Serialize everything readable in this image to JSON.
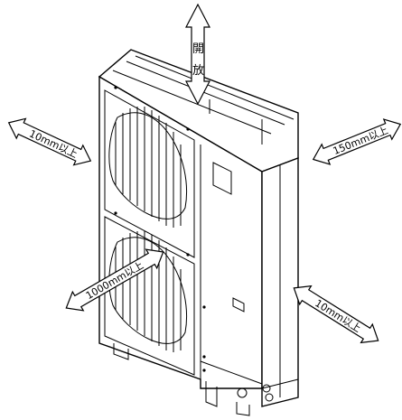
{
  "diagram": {
    "labels": {
      "top_open_1": "開",
      "top_open_2": "放",
      "left_clearance": "10mm以上",
      "right_top_clearance": "150mm以上",
      "front_clearance": "1000mm以上",
      "right_bottom_clearance": "10mm以上"
    }
  }
}
